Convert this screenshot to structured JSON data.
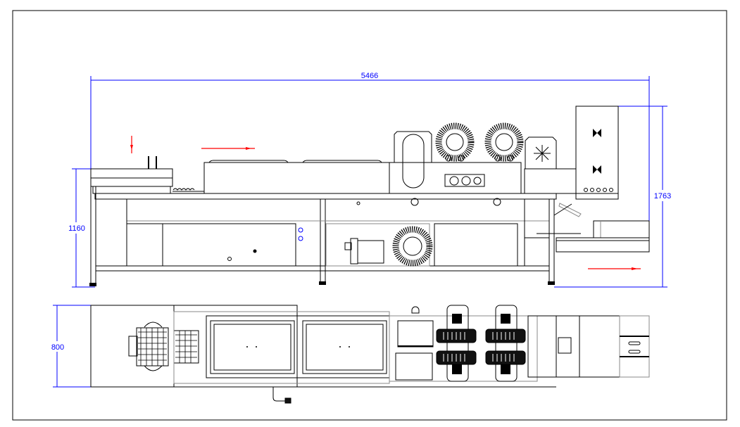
{
  "drawing": {
    "views": [
      "side-elevation",
      "plan-view"
    ],
    "dimensions": {
      "overall_length": "5466",
      "table_height": "1160",
      "overall_height": "1763",
      "overall_width": "800"
    },
    "colors": {
      "dimension": "#0000ff",
      "flow_arrow": "#ff0000",
      "linework": "#000000"
    }
  }
}
